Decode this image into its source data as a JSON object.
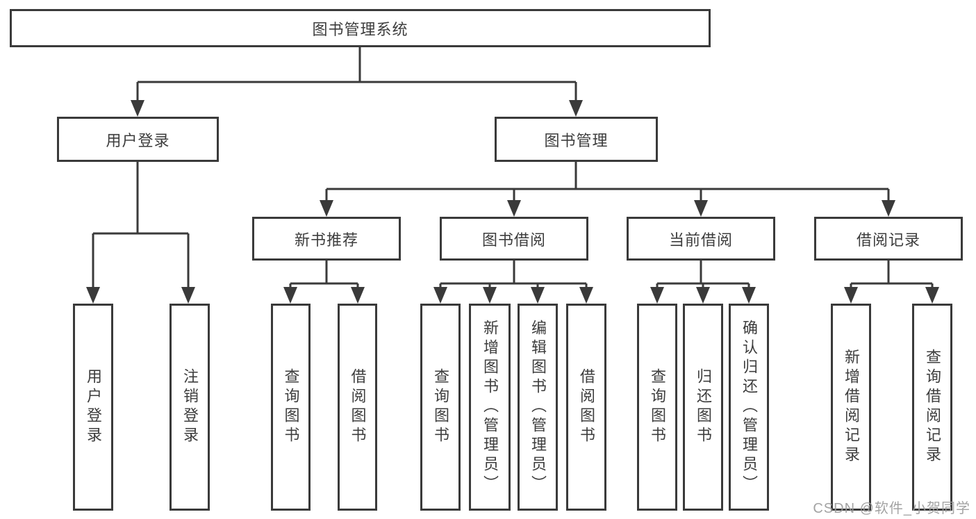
{
  "diagram": {
    "title": "图书管理系统",
    "nodes": {
      "root": {
        "label": "图书管理系统"
      },
      "user_login": {
        "label": "用户登录"
      },
      "book_mgmt": {
        "label": "图书管理"
      },
      "new_book_rec": {
        "label": "新书推荐"
      },
      "book_borrow": {
        "label": "图书借阅"
      },
      "current_borrow": {
        "label": "当前借阅"
      },
      "borrow_records": {
        "label": "借阅记录"
      },
      "ul_login": {
        "label": "用户登录"
      },
      "ul_logout": {
        "label": "注销登录"
      },
      "nbr_query_books": {
        "label": "查询图书"
      },
      "nbr_borrow_books": {
        "label": "借阅图书"
      },
      "bb_query_books": {
        "label": "查询图书"
      },
      "bb_add_books": {
        "label": "新增图书（管理员）"
      },
      "bb_edit_books": {
        "label": "编辑图书（管理员）"
      },
      "bb_borrow_books": {
        "label": "借阅图书"
      },
      "cb_query_books": {
        "label": "查询图书"
      },
      "cb_return_books": {
        "label": "归还图书"
      },
      "cb_confirm_return": {
        "label": "确认归还（管理员）"
      },
      "br_add_record": {
        "label": "新增借阅记录"
      },
      "br_query_record": {
        "label": "查询借阅记录"
      }
    },
    "hierarchy": {
      "图书管理系统": {
        "用户登录": [
          "用户登录",
          "注销登录"
        ],
        "图书管理": {
          "新书推荐": [
            "查询图书",
            "借阅图书"
          ],
          "图书借阅": [
            "查询图书",
            "新增图书（管理员）",
            "编辑图书（管理员）",
            "借阅图书"
          ],
          "当前借阅": [
            "查询图书",
            "归还图书",
            "确认归还（管理员）"
          ],
          "借阅记录": [
            "新增借阅记录",
            "查询借阅记录"
          ]
        }
      }
    },
    "colors": {
      "line": "#3a3a3a",
      "text": "#3d3d3d",
      "background": "#ffffff",
      "watermark": "#9b9b9b"
    }
  },
  "watermark": {
    "text": "CSDN @软件_小贺同学"
  }
}
